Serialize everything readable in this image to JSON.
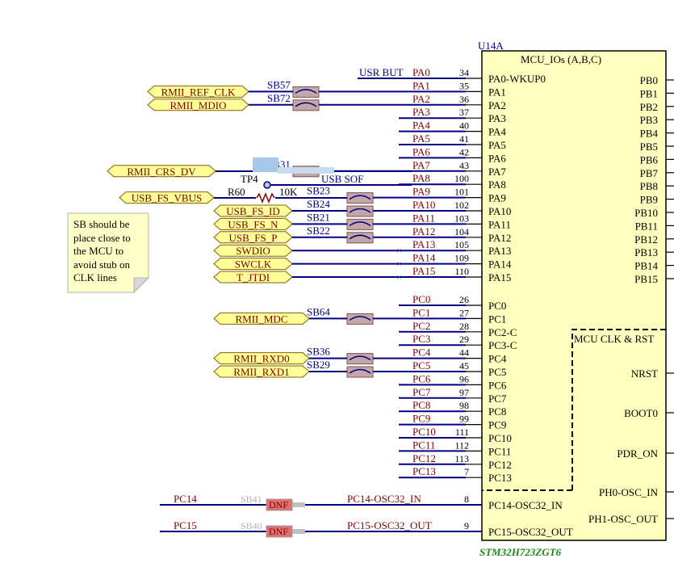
{
  "part": {
    "designator": "U14A",
    "value": "STM32H723ZGT6",
    "title": "MCU_IOs (A,B,C)",
    "sub_title": "MCU CLK & RST"
  },
  "left_pins": [
    {
      "label": "PA0-WKUP0",
      "num": "34",
      "net": "PA0"
    },
    {
      "label": "PA1",
      "num": "35",
      "net": "PA1"
    },
    {
      "label": "PA2",
      "num": "36",
      "net": "PA2"
    },
    {
      "label": "PA3",
      "num": "37",
      "net": "PA3"
    },
    {
      "label": "PA4",
      "num": "40",
      "net": "PA4"
    },
    {
      "label": "PA5",
      "num": "41",
      "net": "PA5"
    },
    {
      "label": "PA6",
      "num": "42",
      "net": "PA6"
    },
    {
      "label": "PA7",
      "num": "43",
      "net": "PA7"
    },
    {
      "label": "PA8",
      "num": "100",
      "net": "PA8"
    },
    {
      "label": "PA9",
      "num": "101",
      "net": "PA9"
    },
    {
      "label": "PA10",
      "num": "102",
      "net": "PA10"
    },
    {
      "label": "PA11",
      "num": "103",
      "net": "PA11"
    },
    {
      "label": "PA12",
      "num": "104",
      "net": "PA12"
    },
    {
      "label": "PA13",
      "num": "105",
      "net": "PA13"
    },
    {
      "label": "PA14",
      "num": "109",
      "net": "PA14"
    },
    {
      "label": "PA15",
      "num": "110",
      "net": "PA15"
    },
    {
      "label": "PC0",
      "num": "26",
      "net": "PC0"
    },
    {
      "label": "PC1",
      "num": "27",
      "net": "PC1"
    },
    {
      "label": "PC2-C",
      "num": "28",
      "net": "PC2"
    },
    {
      "label": "PC3-C",
      "num": "29",
      "net": "PC3"
    },
    {
      "label": "PC4",
      "num": "44",
      "net": "PC4"
    },
    {
      "label": "PC5",
      "num": "45",
      "net": "PC5"
    },
    {
      "label": "PC6",
      "num": "96",
      "net": "PC6"
    },
    {
      "label": "PC7",
      "num": "97",
      "net": "PC7"
    },
    {
      "label": "PC8",
      "num": "98",
      "net": "PC8"
    },
    {
      "label": "PC9",
      "num": "99",
      "net": "PC9"
    },
    {
      "label": "PC10",
      "num": "111",
      "net": "PC10"
    },
    {
      "label": "PC11",
      "num": "112",
      "net": "PC11"
    },
    {
      "label": "PC12",
      "num": "113",
      "net": "PC12"
    },
    {
      "label": "PC13",
      "num": "7",
      "net": "PC13"
    },
    {
      "label": "PC14-OSC32_IN",
      "num": "8",
      "net": "PC14-OSC32_IN"
    },
    {
      "label": "PC15-OSC32_OUT",
      "num": "9",
      "net": "PC15-OSC32_OUT"
    }
  ],
  "right_pins": [
    "PB0",
    "PB1",
    "PB2",
    "PB3",
    "PB4",
    "PB5",
    "PB6",
    "PB7",
    "PB8",
    "PB9",
    "PB10",
    "PB11",
    "PB12",
    "PB13",
    "PB14",
    "PB15"
  ],
  "clk_pins": [
    "NRST",
    "BOOT0",
    "PDR_ON",
    "PH0-OSC_IN",
    "PH1-OSC_OUT"
  ],
  "net_labels": {
    "usr_but": "USR BUT",
    "usb_sof": "USB SOF",
    "tp4": "TP4",
    "r60": "R60",
    "r60_val": "10K",
    "pc14": "PC14",
    "pc15": "PC15"
  },
  "solder_bridges": [
    {
      "name": "SB57",
      "row": 1
    },
    {
      "name": "SB72",
      "row": 2
    },
    {
      "name": "SB31",
      "row": 7
    },
    {
      "name": "SB23",
      "row": 9
    },
    {
      "name": "SB24",
      "row": 10
    },
    {
      "name": "SB21",
      "row": 11
    },
    {
      "name": "SB22",
      "row": 12
    },
    {
      "name": "SB64",
      "row": 17
    },
    {
      "name": "SB36",
      "row": 20
    },
    {
      "name": "SB29",
      "row": 21
    }
  ],
  "dnf_bridges": [
    {
      "name": "SB41",
      "label": "DNF"
    },
    {
      "name": "SB40",
      "label": "DNF"
    }
  ],
  "ports": [
    {
      "label": "RMII_REF_CLK",
      "row": 1
    },
    {
      "label": "RMII_MDIO",
      "row": 2
    },
    {
      "label": "RMII_CRS_DV",
      "row": 7
    },
    {
      "label": "USB_FS_VBUS",
      "row": 9
    },
    {
      "label": "USB_FS_ID",
      "row": 10
    },
    {
      "label": "USB_FS_N",
      "row": 11
    },
    {
      "label": "USB_FS_P",
      "row": 12
    },
    {
      "label": "SWDIO",
      "row": 13
    },
    {
      "label": "SWCLK",
      "row": 14
    },
    {
      "label": "T_JTDI",
      "row": 15
    },
    {
      "label": "RMII_MDC",
      "row": 17
    },
    {
      "label": "RMII_RXD0",
      "row": 20
    },
    {
      "label": "RMII_RXD1",
      "row": 21
    }
  ],
  "note": [
    "SB should be",
    "place close to",
    "the MCU to",
    "avoid stub on",
    "CLK lines"
  ],
  "colors": {
    "body_fill": "#ffffc0",
    "wire": "#000080",
    "signal_text": "#800000",
    "port_fill": "#ffff99",
    "sb_fill": "#c4a8a8",
    "dnf_fill": "#e07070",
    "highlight": "#a8c8e8",
    "value_text": "#1a8a1a"
  }
}
